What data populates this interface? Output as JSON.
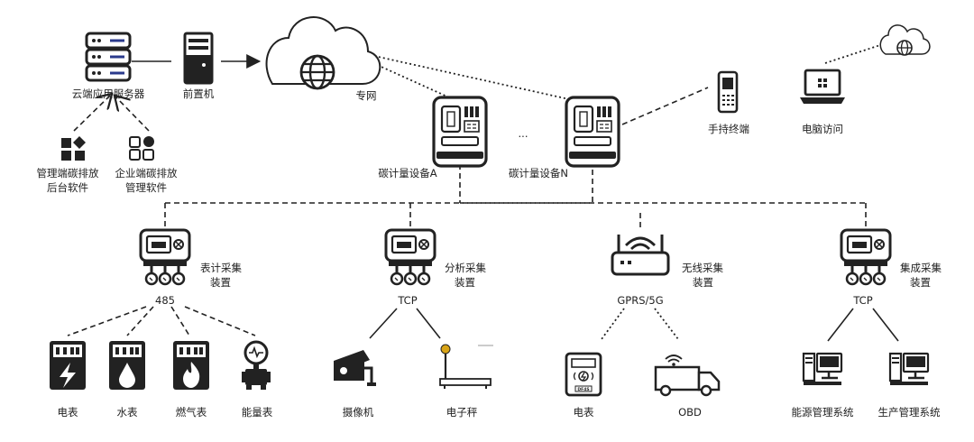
{
  "top": {
    "cloud_server": "云端应用服务器",
    "front_machine": "前置机",
    "private_net": "专网",
    "mgmt_sw_line1": "管理端碳排放",
    "mgmt_sw_line2": "后台软件",
    "ent_sw_line1": "企业端碳排放",
    "ent_sw_line2": "管理软件",
    "handheld": "手持终端",
    "pc_access": "电脑访问",
    "device_a": "碳计量设备A",
    "device_n": "碳计量设备N",
    "ellipsis": "..."
  },
  "collectors": [
    {
      "label1": "表计采集",
      "label2": "装置",
      "proto": "485"
    },
    {
      "label1": "分析采集",
      "label2": "装置",
      "proto": "TCP"
    },
    {
      "label1": "无线采集",
      "label2": "装置",
      "proto": "GPRS/5G"
    },
    {
      "label1": "集成采集",
      "label2": "装置",
      "proto": "TCP"
    }
  ],
  "endpoints": {
    "meter485": [
      "电表",
      "水表",
      "燃气表",
      "能量表"
    ],
    "analysis": [
      "摄像机",
      "电子秤"
    ],
    "wireless": [
      "电表",
      "OBD"
    ],
    "integration": [
      "能源管理系统",
      "生产管理系统"
    ]
  },
  "icons": {
    "server": "server-stack-icon",
    "front": "tower-pc-icon",
    "cloud": "cloud-globe-icon",
    "carbon_device": "carbon-meter-device-icon",
    "collector": "collector-device-icon",
    "router": "wifi-router-icon",
    "phone": "handheld-terminal-icon",
    "laptop": "laptop-icon",
    "camera": "camera-icon",
    "scale": "electronic-scale-icon",
    "truck": "truck-icon",
    "desktop": "desktop-pc-icon"
  },
  "wireless_meter_tag": "DF4S"
}
